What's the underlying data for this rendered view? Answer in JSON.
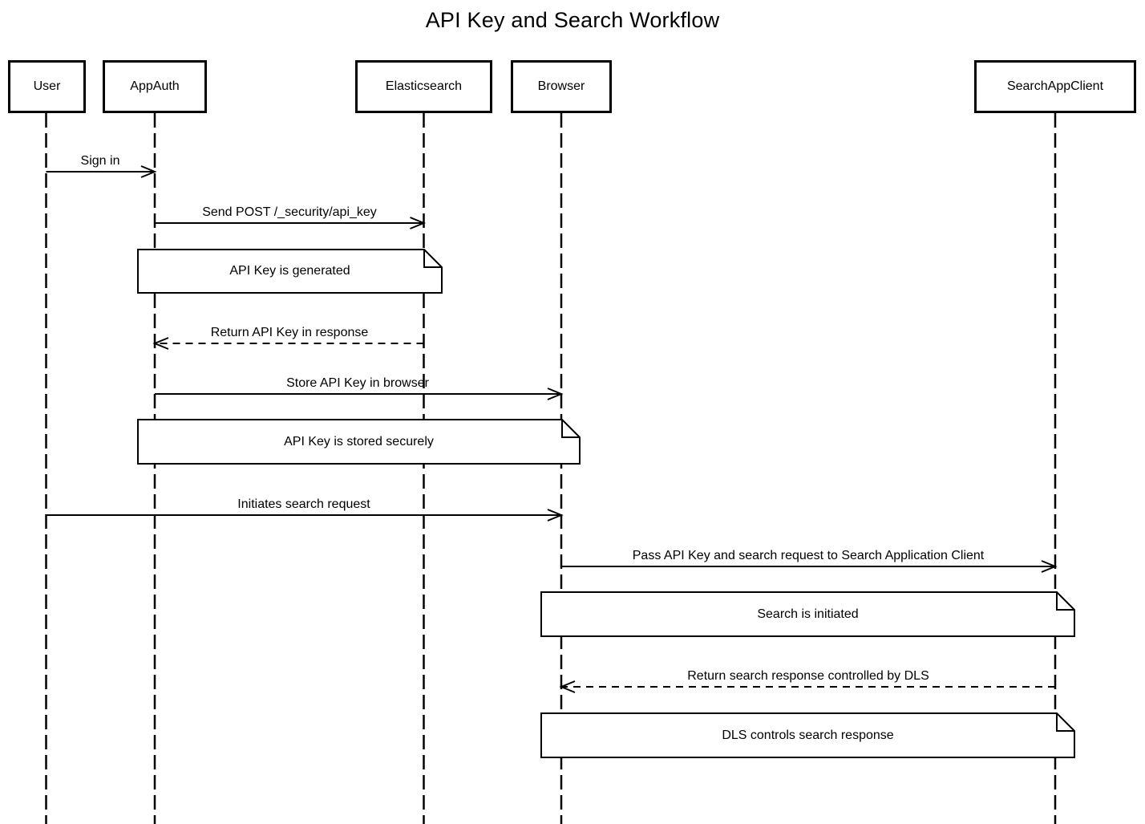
{
  "title": "API Key and Search Workflow",
  "colors": {
    "background": "#ffffff",
    "stroke": "#000000",
    "text": "#000000"
  },
  "participants": [
    {
      "label": "User"
    },
    {
      "label": "AppAuth"
    },
    {
      "label": "Elasticsearch"
    },
    {
      "label": "Browser"
    },
    {
      "label": "SearchAppClient"
    }
  ],
  "messages": [
    {
      "label": "Sign in",
      "from": "User",
      "to": "AppAuth",
      "line": "solid"
    },
    {
      "label": "Send POST /_security/api_key",
      "from": "AppAuth",
      "to": "Elasticsearch",
      "line": "solid"
    },
    {
      "label": "Return API Key in response",
      "from": "Elasticsearch",
      "to": "AppAuth",
      "line": "dashed"
    },
    {
      "label": "Store API Key in browser",
      "from": "AppAuth",
      "to": "Browser",
      "line": "solid"
    },
    {
      "label": "Initiates search request",
      "from": "User",
      "to": "Browser",
      "line": "solid"
    },
    {
      "label": "Pass API Key and search request to Search Application Client",
      "from": "Browser",
      "to": "SearchAppClient",
      "line": "solid"
    },
    {
      "label": "Return search response controlled by DLS",
      "from": "SearchAppClient",
      "to": "Browser",
      "line": "dashed"
    }
  ],
  "notes": [
    {
      "text": "API Key is generated",
      "over": "AppAuth, Elasticsearch"
    },
    {
      "text": "API Key is stored securely",
      "over": "AppAuth, Browser"
    },
    {
      "text": "Search is initiated",
      "over": "Browser, SearchAppClient"
    },
    {
      "text": "DLS controls search response",
      "over": "Browser, SearchAppClient"
    }
  ]
}
